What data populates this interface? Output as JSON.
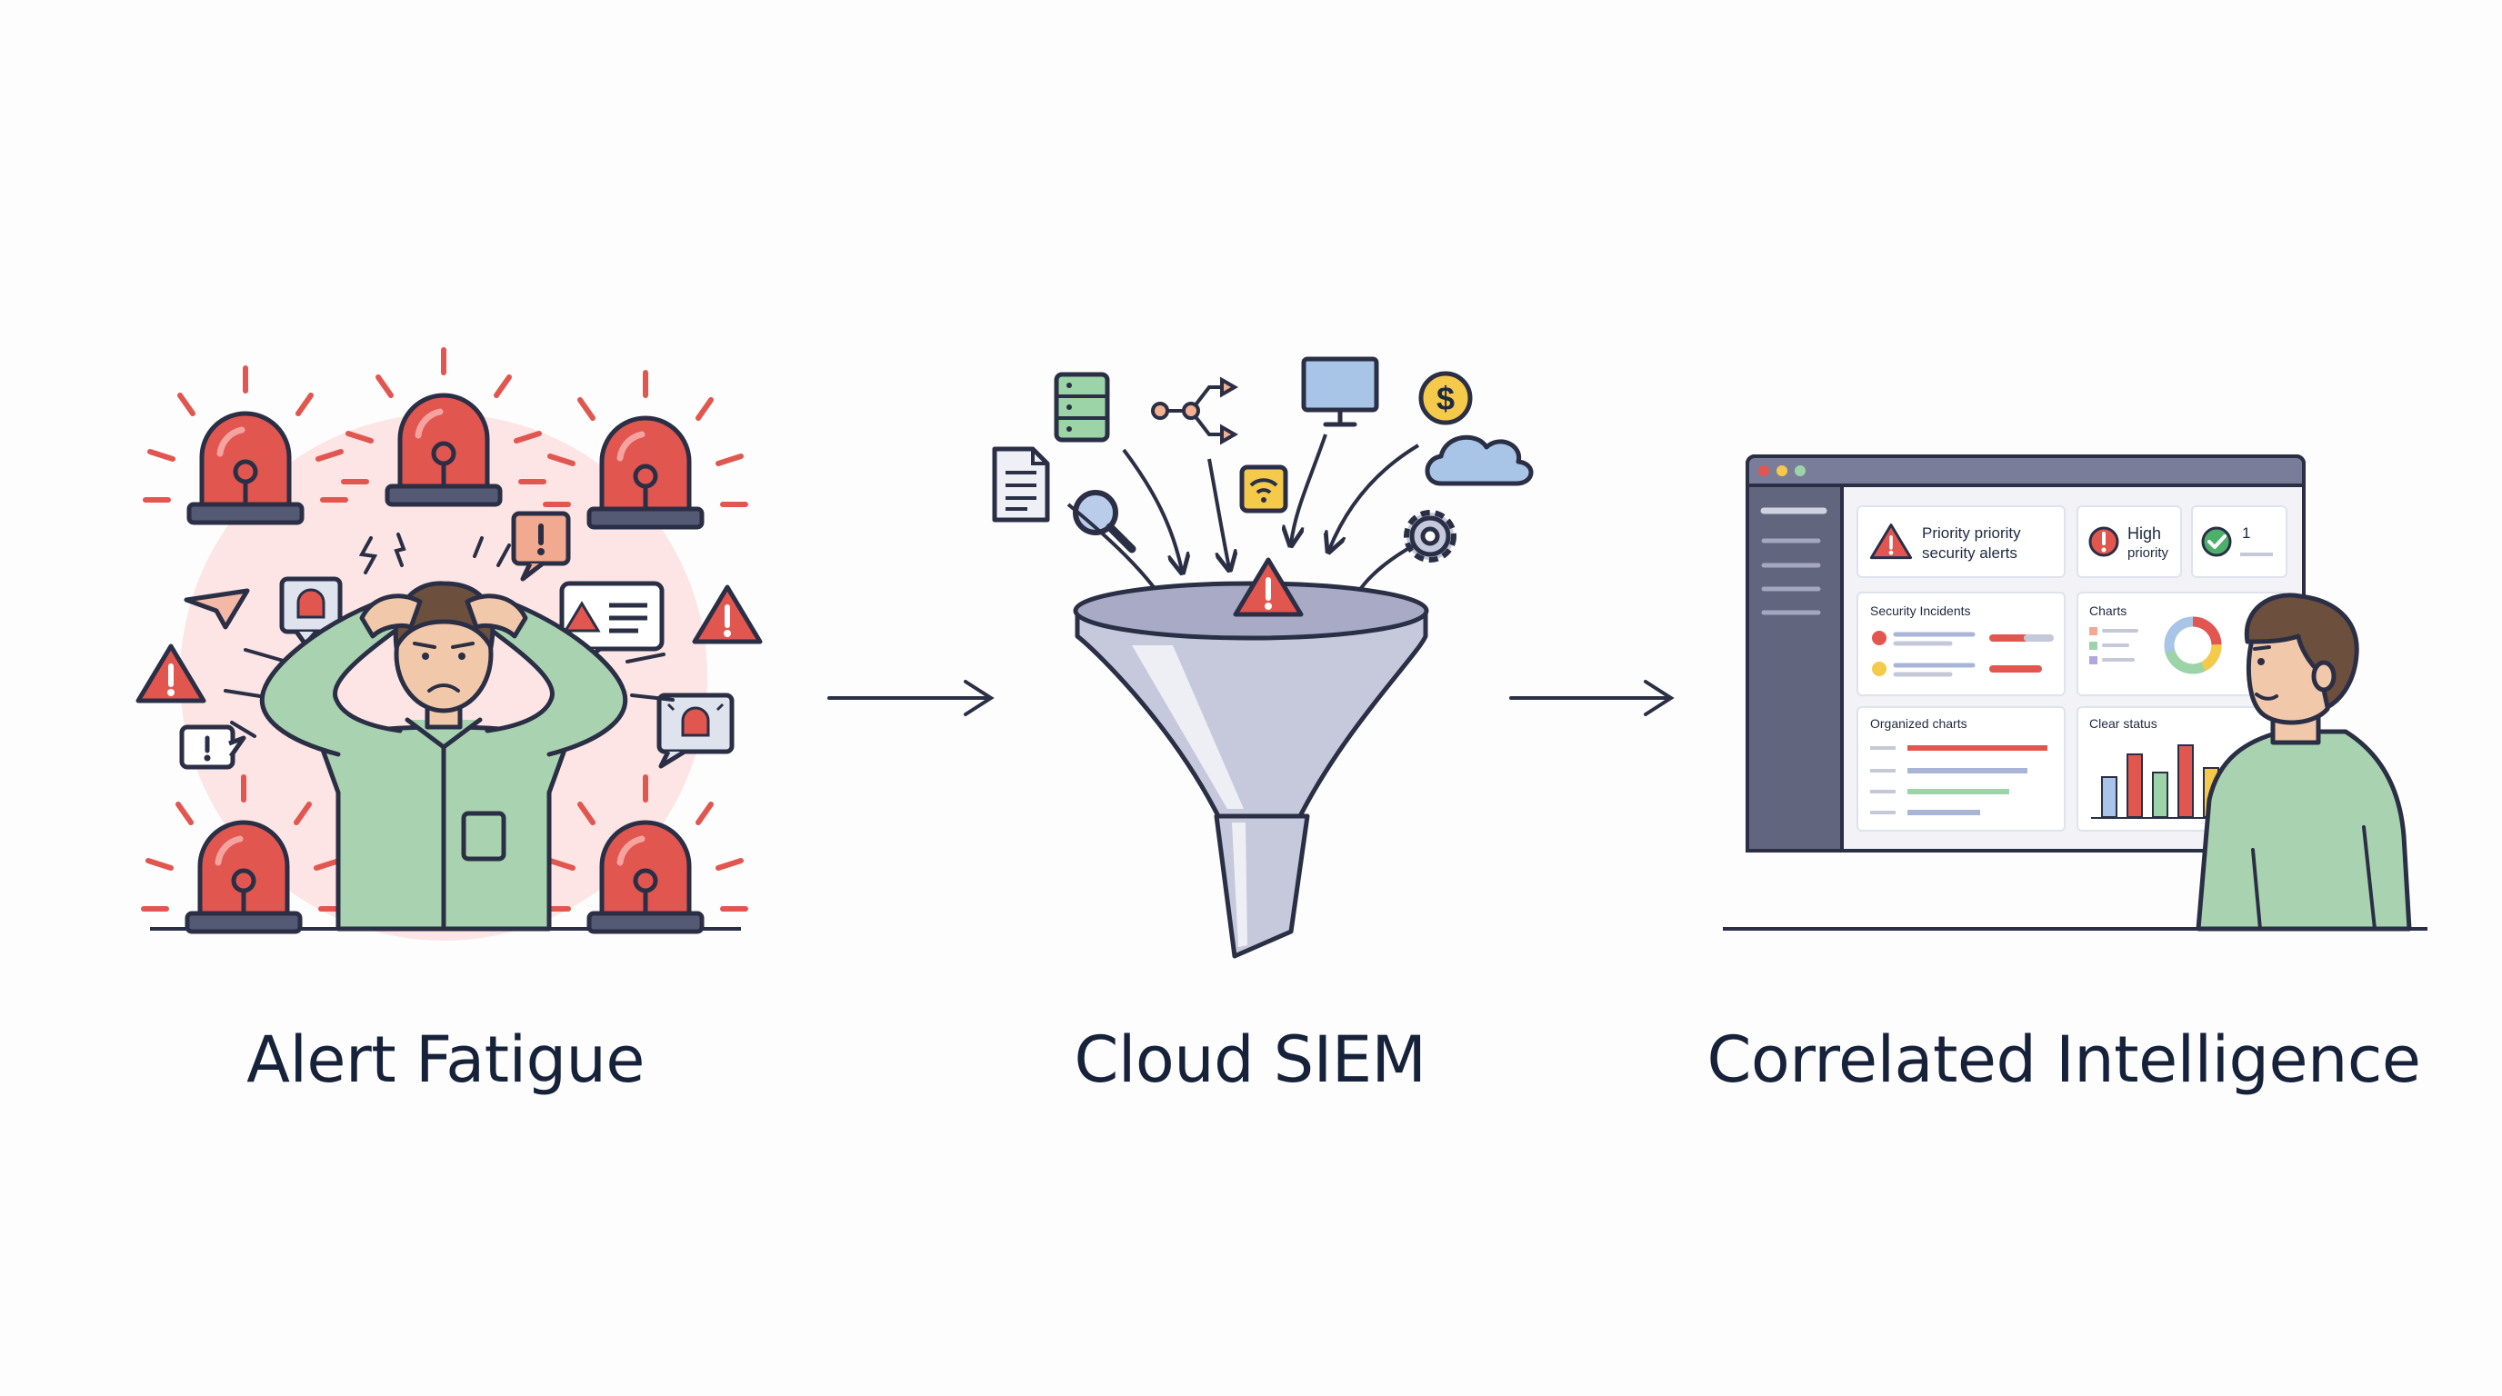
{
  "stages": [
    {
      "title": "Alert Fatigue"
    },
    {
      "title": "Cloud SIEM"
    },
    {
      "title": "Correlated Intelligence"
    }
  ],
  "dashboard": {
    "card_priority_alerts": "Priority priority security alerts",
    "card_priority_line1": "Priority priority",
    "card_priority_line2": "security alerts",
    "card_high_line1": "High",
    "card_high_line2": "priority",
    "card_check_value": "1",
    "panel_incidents": "Security Incidents",
    "panel_charts": "Charts",
    "panel_organized": "Organized charts",
    "panel_clear_status": "Clear status"
  },
  "icons": [
    "siren-icon",
    "warning-triangle-icon",
    "chat-bubble-icon",
    "database-icon",
    "share-icon",
    "monitor-icon",
    "dollar-icon",
    "document-icon",
    "search-icon",
    "wifi-icon",
    "cloud-icon",
    "gear-icon",
    "funnel-icon",
    "arrow-right-icon",
    "check-icon",
    "donut-chart-icon",
    "bar-chart-icon"
  ],
  "colors": {
    "text": "#16223a",
    "alert_red": "#e0524e",
    "shirt_green": "#a9d3b0",
    "funnel": "#c6c8dc",
    "dashboard_frame": "#6b6d8a",
    "background": "#fdfdfd"
  }
}
